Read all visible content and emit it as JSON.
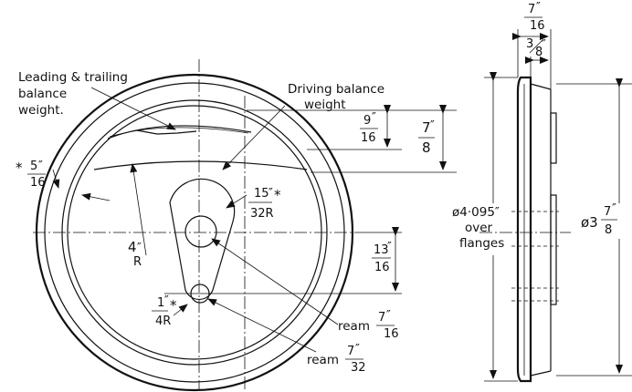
{
  "labels": {
    "leading_trailing": [
      "Leading & trailing",
      "balance",
      "weight."
    ],
    "driving": [
      "Driving balance",
      "weight"
    ],
    "star": "*",
    "radius_rim_num": "5",
    "radius_rim_den": "16",
    "inch": "″",
    "radius_4": "4",
    "radius_R": "R",
    "radius_15_num": "15",
    "radius_15_den": "32R",
    "radius_1_num": "1",
    "radius_1_den": "4R",
    "dim_9_num": "9",
    "dim_9_den": "16",
    "dim_7_num": "7",
    "dim_7_den": "8",
    "dim_13_num": "13",
    "dim_13_den": "16",
    "ream_big": "ream",
    "ream_big_num": "7",
    "ream_big_den": "16",
    "ream_small": "ream",
    "ream_small_num": "7",
    "ream_small_den": "32",
    "top_7_num": "7",
    "top_7_den": "16",
    "top_3_num": "3",
    "top_3_den": "8",
    "dia_over": [
      "ø4·095″",
      "over",
      "flanges"
    ],
    "dia_tread_whole": "ø3",
    "dia_tread_num": "7",
    "dia_tread_den": "8"
  }
}
